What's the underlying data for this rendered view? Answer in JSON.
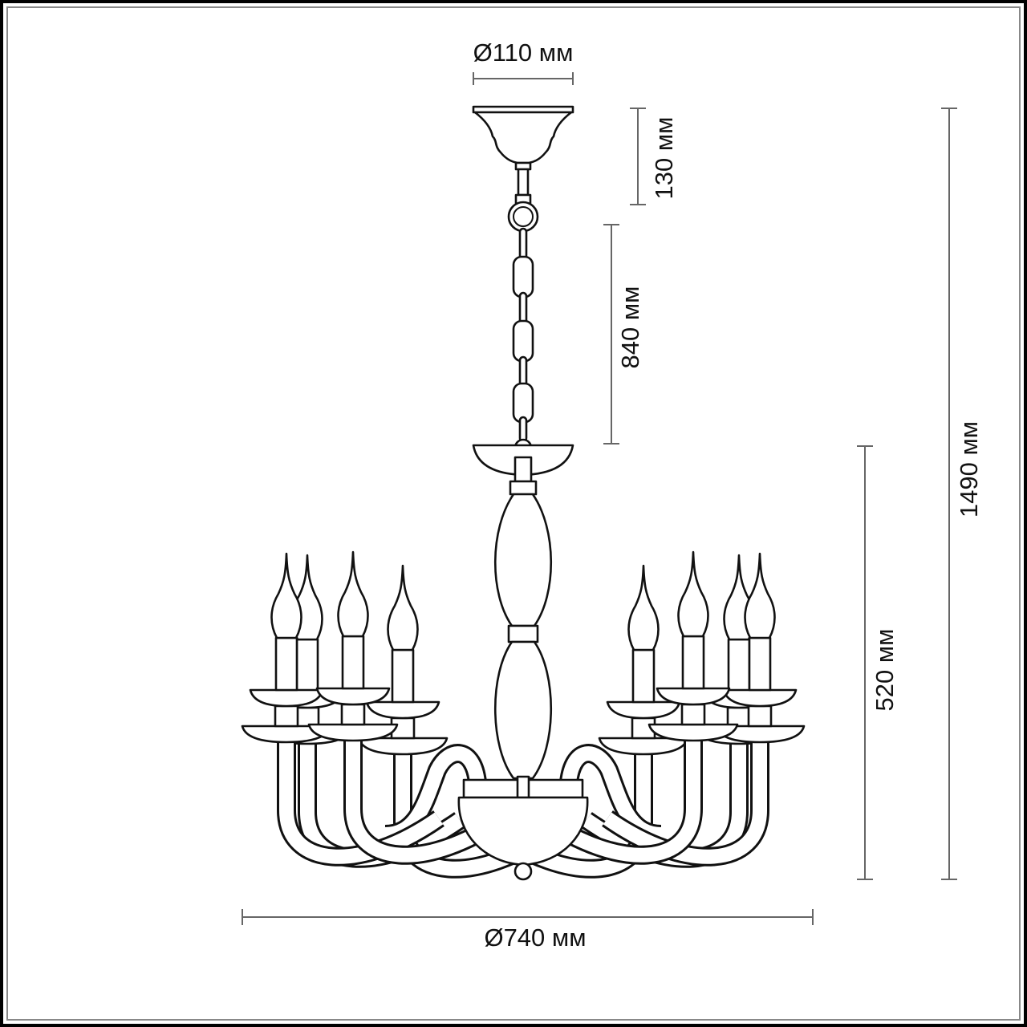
{
  "dimensions": {
    "canopy_diameter": "Ø110 мм",
    "canopy_height": "130 мм",
    "chain_length": "840 мм",
    "body_height": "520 мм",
    "total_height": "1490 мм",
    "total_diameter": "Ø740 мм"
  },
  "fixture": {
    "candle_count": 8
  },
  "colors": {
    "line": "#111111",
    "dimension_line": "#666666",
    "background": "#ffffff"
  }
}
